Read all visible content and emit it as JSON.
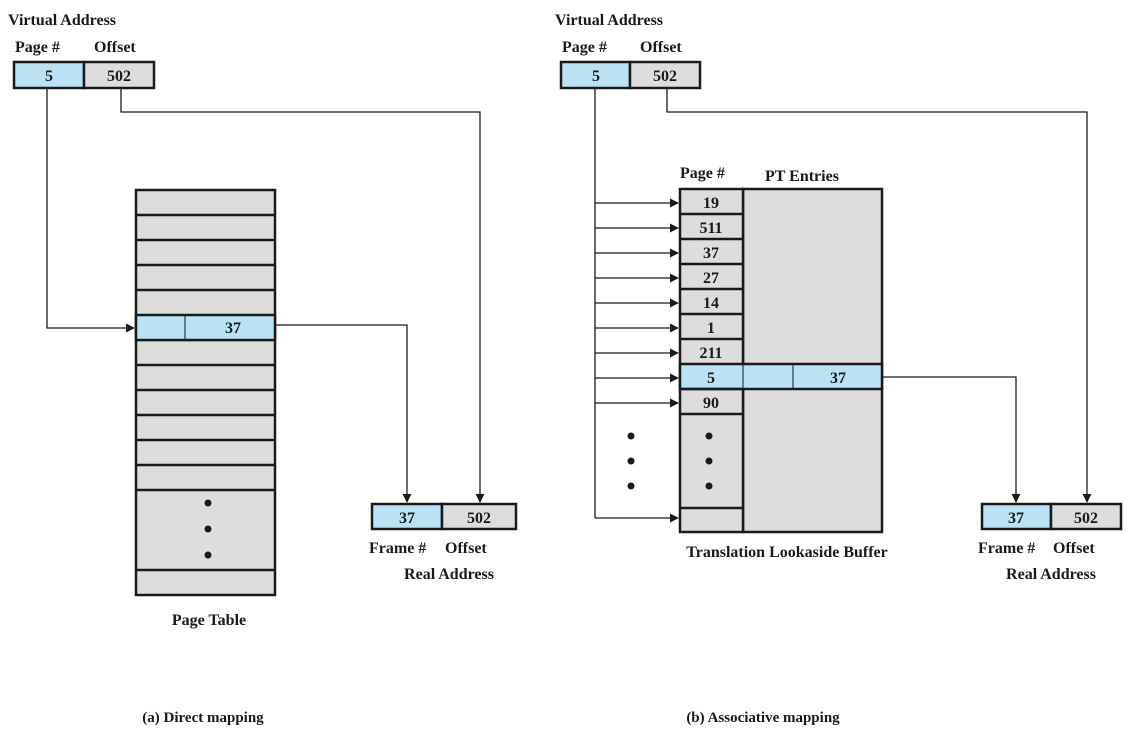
{
  "colors": {
    "highlight": "#b9e3f5",
    "cell_fill": "#dddddd",
    "stroke": "#1a1a1a"
  },
  "direct": {
    "virtual_address_label": "Virtual Address",
    "page_header": "Page #",
    "offset_header": "Offset",
    "page_value": "5",
    "offset_value": "502",
    "table_entry_value": "37",
    "table_label": "Page Table",
    "real_frame_value": "37",
    "real_offset_value": "502",
    "frame_header": "Frame #",
    "real_offset_header": "Offset",
    "real_address_label": "Real Address",
    "caption": "(a) Direct mapping"
  },
  "associative": {
    "virtual_address_label": "Virtual Address",
    "page_header": "Page #",
    "offset_header": "Offset",
    "page_value": "5",
    "offset_value": "502",
    "tlb_page_header": "Page #",
    "tlb_entries_header": "PT Entries",
    "tlb_pages": [
      "19",
      "511",
      "37",
      "27",
      "14",
      "1",
      "211",
      "5",
      "90"
    ],
    "tlb_match_frame": "37",
    "tlb_label": "Translation Lookaside Buffer",
    "real_frame_value": "37",
    "real_offset_value": "502",
    "frame_header": "Frame #",
    "real_offset_header": "Offset",
    "real_address_label": "Real Address",
    "caption": "(b) Associative mapping"
  }
}
